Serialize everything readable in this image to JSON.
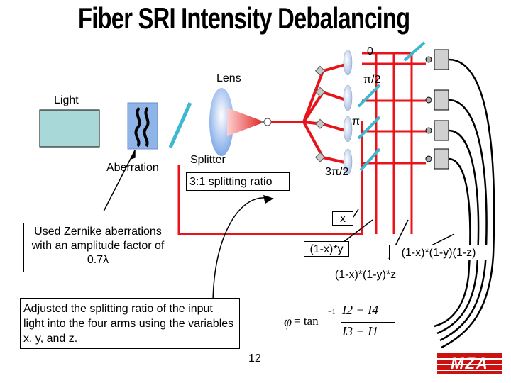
{
  "title": "Fiber SRI Intensity  Debalancing",
  "labels": {
    "phase_0": "0",
    "phase_pi2": "π/2",
    "phase_pi": "π",
    "phase_3pi2": "3π/2",
    "lens": "Lens",
    "light": "Light",
    "aberration": "Aberration",
    "splitter": "Splitter",
    "splitting_ratio": "3:1 splitting ratio",
    "arm_x": "x",
    "arm_1mx_y": "(1-x)*y",
    "arm_1mx_1my_1mz": "(1-x)*(1-y)(1-z)",
    "arm_1mx_1my_z": "(1-x)*(1-y)*z"
  },
  "notes": {
    "zernike": "Used Zernike aberrations with an amplitude factor of 0.7λ",
    "adjusted": "Adjusted the splitting ratio of the input  light into the four arms using the variables x, y, and z."
  },
  "formula": {
    "phi": "φ",
    "eq": "= tan",
    "sup": "−1",
    "numerator": "I2 − I4",
    "denominator": "I3 − I1"
  },
  "page_number": "12",
  "logo_text": "MZA",
  "colors": {
    "fiber": "#e8141c",
    "light_box": "#a8d8d8",
    "splitter": "#3cb8d0",
    "lens": "#a8c8f0",
    "logo": "#cc1111"
  }
}
